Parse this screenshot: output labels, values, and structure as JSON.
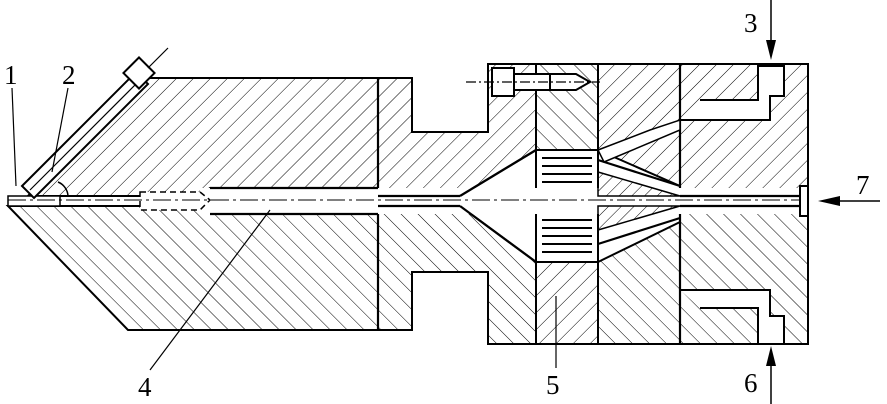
{
  "figure": {
    "callouts": [
      {
        "id": "1",
        "text": "1"
      },
      {
        "id": "2",
        "text": "2"
      },
      {
        "id": "3",
        "text": "3"
      },
      {
        "id": "4",
        "text": "4"
      },
      {
        "id": "5",
        "text": "5"
      },
      {
        "id": "6",
        "text": "6"
      },
      {
        "id": "7",
        "text": "7"
      }
    ]
  },
  "colors": {
    "line": "#000000",
    "background": "#ffffff"
  }
}
